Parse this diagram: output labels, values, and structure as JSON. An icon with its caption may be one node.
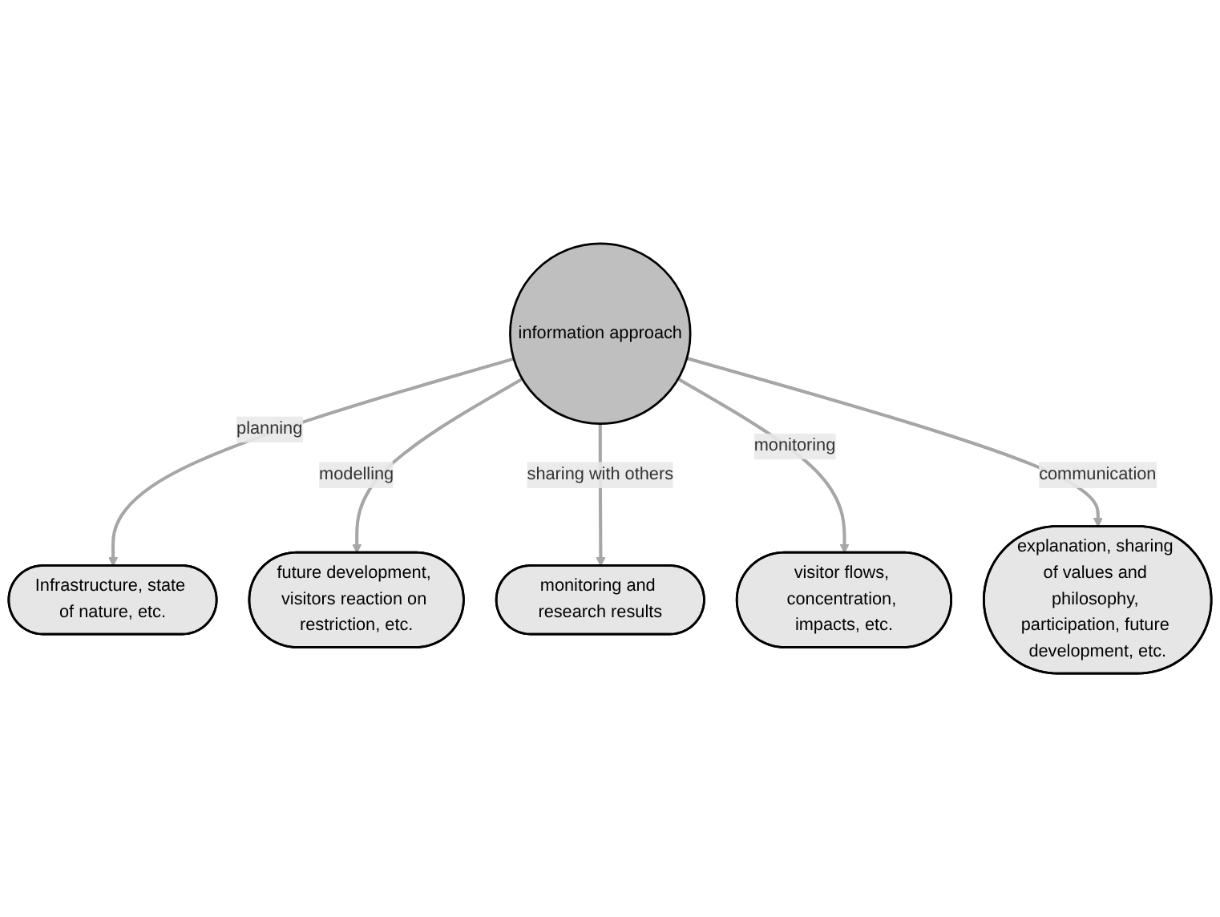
{
  "diagram": {
    "nodes": [
      {
        "text": [
          "information approach"
        ]
      },
      {
        "text": [
          "Infrastructure, state of nature, etc."
        ]
      },
      {
        "text": [
          "future development, visitors reaction on restriction, etc."
        ]
      },
      {
        "text": [
          "monitoring and research results"
        ]
      },
      {
        "text": [
          "visitor flows, concentration, impacts, etc."
        ]
      },
      {
        "text": [
          "explanation, sharing of values and philosophy, participation, future development, etc."
        ]
      }
    ],
    "edges": [
      {
        "from": 0,
        "to": 1,
        "arrow": "to",
        "label": "planning"
      },
      {
        "from": 0,
        "to": 2,
        "arrow": "to",
        "label": "modelling"
      },
      {
        "from": 0,
        "to": 3,
        "arrow": "to",
        "label": "sharing with others"
      },
      {
        "from": 0,
        "to": 4,
        "arrow": "to",
        "label": "monitoring"
      },
      {
        "from": 0,
        "to": 5,
        "arrow": "to",
        "label": "communication"
      }
    ]
  }
}
